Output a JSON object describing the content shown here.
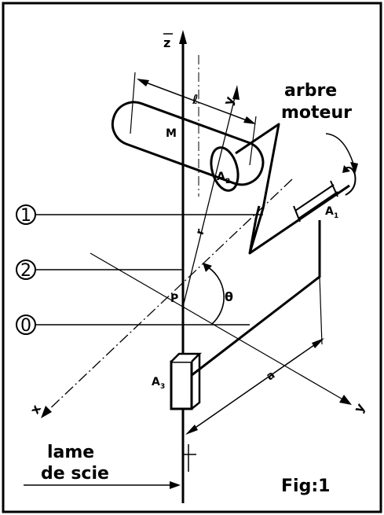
{
  "figure": {
    "caption": "Fig:1",
    "labels": {
      "arbre_line1": "arbre",
      "arbre_line2": "moteur",
      "lame_line1": "lame",
      "lame_line2": "de scie",
      "axis_z": "z",
      "axis_y1": "y",
      "axis_y1_sub": "1",
      "axis_x": "x",
      "axis_y": "y",
      "point_P": "P",
      "point_M": "M",
      "point_A1": "A",
      "point_A1_sub": "1",
      "point_A2": "A",
      "point_A2_sub": "2",
      "point_A3": "A",
      "point_A3_sub": "3",
      "angle_theta": "θ",
      "dim_l": "ℓ",
      "dim_r": "r",
      "dim_a": "a"
    },
    "parts": [
      {
        "number": "1"
      },
      {
        "number": "2"
      },
      {
        "number": "0"
      }
    ]
  }
}
